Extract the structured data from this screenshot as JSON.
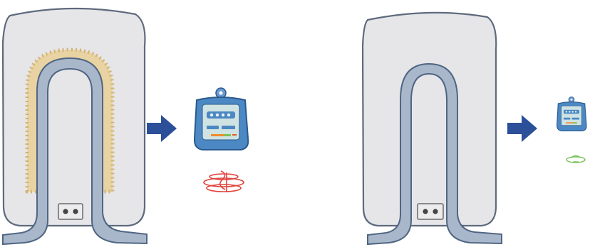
{
  "colors": {
    "background": "#ffffff",
    "tank_fill": "#e6e6e9",
    "tank_stroke": "#5e6a7d",
    "element_fill": "#a9b7cb",
    "element_stroke": "#4f6682",
    "scale_fill": "#e9d3a3",
    "scale_stroke": "#d2b574",
    "arrow": "#2b4f98",
    "meter_body": "#4b88c4",
    "meter_stroke": "#2a5a8c",
    "meter_screen": "#cfe3e3",
    "spin_high": "#e0433b",
    "spin_low": "#79c25a"
  },
  "scenes": [
    {
      "id": "with-limescale",
      "tank_icon": "water-heater-tank-icon",
      "element_icon": "heating-element-icon",
      "deposit_icon": "limescale-deposit-icon",
      "connector_icon": "terminal-block-icon",
      "arrow_icon": "right-arrow-icon",
      "meter_icon": "electricity-meter-icon",
      "spin_icon": "meter-spin-fast-icon",
      "meter_scale": 1.0,
      "spin_level": "high"
    },
    {
      "id": "without-limescale",
      "tank_icon": "water-heater-tank-icon",
      "element_icon": "heating-element-icon",
      "connector_icon": "terminal-block-icon",
      "arrow_icon": "right-arrow-icon",
      "meter_icon": "electricity-meter-icon",
      "spin_icon": "meter-spin-slow-icon",
      "meter_scale": 0.55,
      "spin_level": "low"
    }
  ]
}
